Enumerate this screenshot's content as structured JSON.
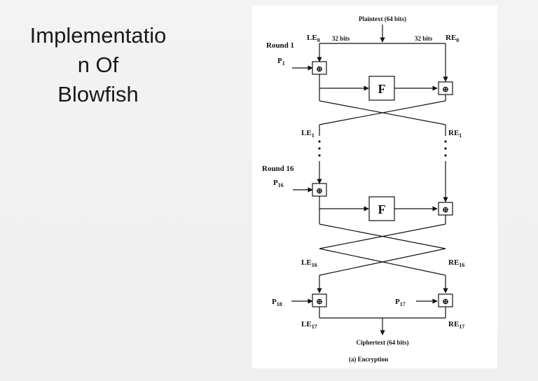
{
  "slide": {
    "title_lines": [
      "Implementatio",
      "n Of",
      "Blowfish"
    ]
  },
  "diagram": {
    "plaintext": "Plaintext (64 bits)",
    "bits_left": "32 bits",
    "bits_right": "32 bits",
    "round1": "Round 1",
    "round16": "Round 16",
    "f_label": "F",
    "xor_symbol": "⊕",
    "ciphertext": "Ciphertext (64 bits)",
    "caption": "(a) Encryption",
    "labels": {
      "le0": {
        "main": "LE",
        "sub": "0"
      },
      "re0": {
        "main": "RE",
        "sub": "0"
      },
      "le1": {
        "main": "LE",
        "sub": "1"
      },
      "re1": {
        "main": "RE",
        "sub": "1"
      },
      "le16": {
        "main": "LE",
        "sub": "16"
      },
      "re16": {
        "main": "RE",
        "sub": "16"
      },
      "le17": {
        "main": "LE",
        "sub": "17"
      },
      "re17": {
        "main": "RE",
        "sub": "17"
      },
      "p1": {
        "main": "P",
        "sub": "1"
      },
      "p16": {
        "main": "P",
        "sub": "16"
      },
      "p17": {
        "main": "P",
        "sub": "17"
      },
      "p18": {
        "main": "P",
        "sub": "18"
      }
    }
  }
}
